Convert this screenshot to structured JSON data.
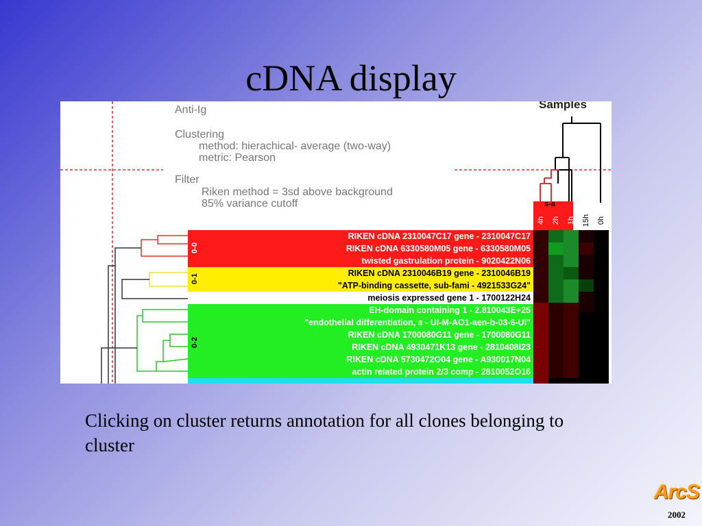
{
  "slide": {
    "title": "cDNA display",
    "caption": "Clicking on cluster returns annotation for all clones belonging to cluster",
    "logo_text": "ArcS",
    "year": "2002"
  },
  "panel": {
    "anti_ig": "Anti-Ig",
    "clustering_heading": "Clustering",
    "clustering_method": "method: hierachical- average (two-way)",
    "clustering_metric": "metric: Pearson",
    "filter_heading": "Filter",
    "filter_method": "Riken method = 3sd above background",
    "filter_cutoff": "85% variance cutoff",
    "samples_label": "Samples",
    "sample_cluster_tag": "s-a",
    "sample_columns": [
      "4h",
      "2h",
      "1h",
      "15h",
      "0h"
    ],
    "gene_clusters": [
      {
        "tag": "0-0",
        "color": "#ff1a1a",
        "text_color": "#ffffff",
        "genes": [
          "RIKEN cDNA 2310047C17 gene - 2310047C17",
          "RIKEN cDNA 6330580M05 gene - 6330580M05",
          "twisted gastrulation protein - 9020422N06"
        ]
      },
      {
        "tag": "0-1",
        "color": "#ffee00",
        "text_color": "#000000",
        "genes": [
          "RIKEN cDNA 2310046B19 gene - 2310046B19",
          "\"ATP-binding cassette, sub-fami - 4921533G24\""
        ]
      },
      {
        "tag": "",
        "color": "#ffffff",
        "text_color": "#000000",
        "genes": [
          "meiosis expressed gene 1 - 1700122H24"
        ]
      },
      {
        "tag": "0-2",
        "color": "#22ee22",
        "text_color": "#ffffff",
        "genes": [
          "EH-domain containing 1 - 2.810043E+25",
          "\"endothelial differentiation, s - UI-M-AO1-aen-b-03-6-UI\"",
          "RIKEN cDNA 1700080G11 gene - 1700080G11",
          "RIKEN cDNA 4930471K13 gene - 2810408I23",
          "RIKEN cDNA 5730472O04 gene - A930017N04",
          "actin related protein 2/3 comp - 2810052O16"
        ]
      },
      {
        "tag": "",
        "color": "#22ddee",
        "text_color": "#ffffff",
        "genes": [
          ""
        ]
      }
    ],
    "colors": {
      "red": "#ff1a1a",
      "yellow": "#ffee00",
      "green": "#22ee22",
      "cyan": "#22ddee",
      "guide": "#e03030"
    }
  }
}
